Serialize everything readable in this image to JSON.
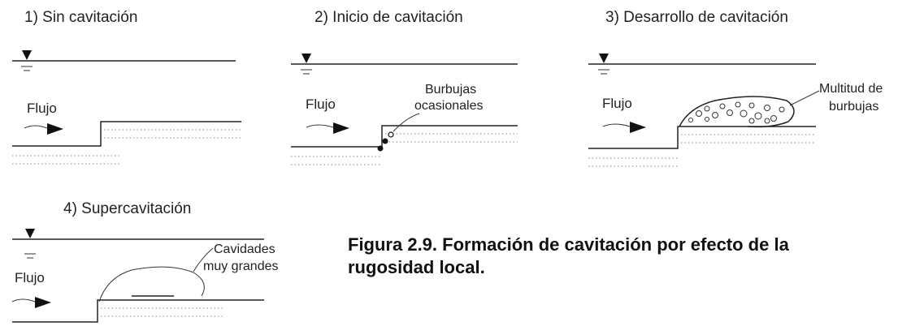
{
  "panels": [
    {
      "title": "1) Sin cavitación",
      "flow_label": "Flujo"
    },
    {
      "title": "2) Inicio de cavitación",
      "flow_label": "Flujo",
      "callout": [
        "Burbujas",
        "ocasionales"
      ]
    },
    {
      "title": "3) Desarrollo de cavitación",
      "flow_label": "Flujo",
      "callout": [
        "Multitud de",
        "burbujas"
      ]
    },
    {
      "title": "4) Supercavitación",
      "flow_label": "Flujo",
      "callout": [
        "Cavidades",
        "muy grandes"
      ]
    }
  ],
  "caption": {
    "line1": "Figura 2.9. Formación de cavitación por efecto de la",
    "line2": "rugosidad local."
  }
}
